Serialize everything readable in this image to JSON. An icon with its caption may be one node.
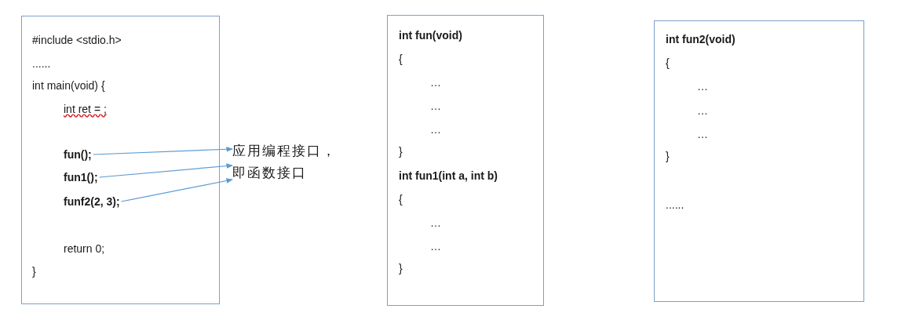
{
  "diagram": {
    "nodes": [
      {
        "text": [
          "#include <stdio.h>",
          "......",
          "int main(void) {",
          "int ret = ;",
          "return 0;",
          "}"
        ]
      },
      {
        "text": [
          "fun();"
        ],
        "in": 0
      },
      {
        "text": [
          "fun1();"
        ],
        "in": 0
      },
      {
        "text": [
          "funf2(2, 3);"
        ],
        "in": 0
      },
      {
        "text": [
          "应用编程接口，即函数接口"
        ]
      },
      {
        "text": [
          "int fun(void)",
          "{",
          "…",
          "…",
          "…",
          "}",
          "int fun1(int a, int b)",
          "{",
          "…",
          "…",
          "}"
        ]
      },
      {
        "text": [
          "int fun2(void)",
          "{",
          "…",
          "…",
          "…",
          "}",
          "......"
        ]
      }
    ],
    "edges": [
      {
        "from": 1,
        "to": 4,
        "arrow": "to"
      },
      {
        "from": 2,
        "to": 4,
        "arrow": "to"
      },
      {
        "from": 3,
        "to": 4,
        "arrow": "to"
      }
    ]
  }
}
